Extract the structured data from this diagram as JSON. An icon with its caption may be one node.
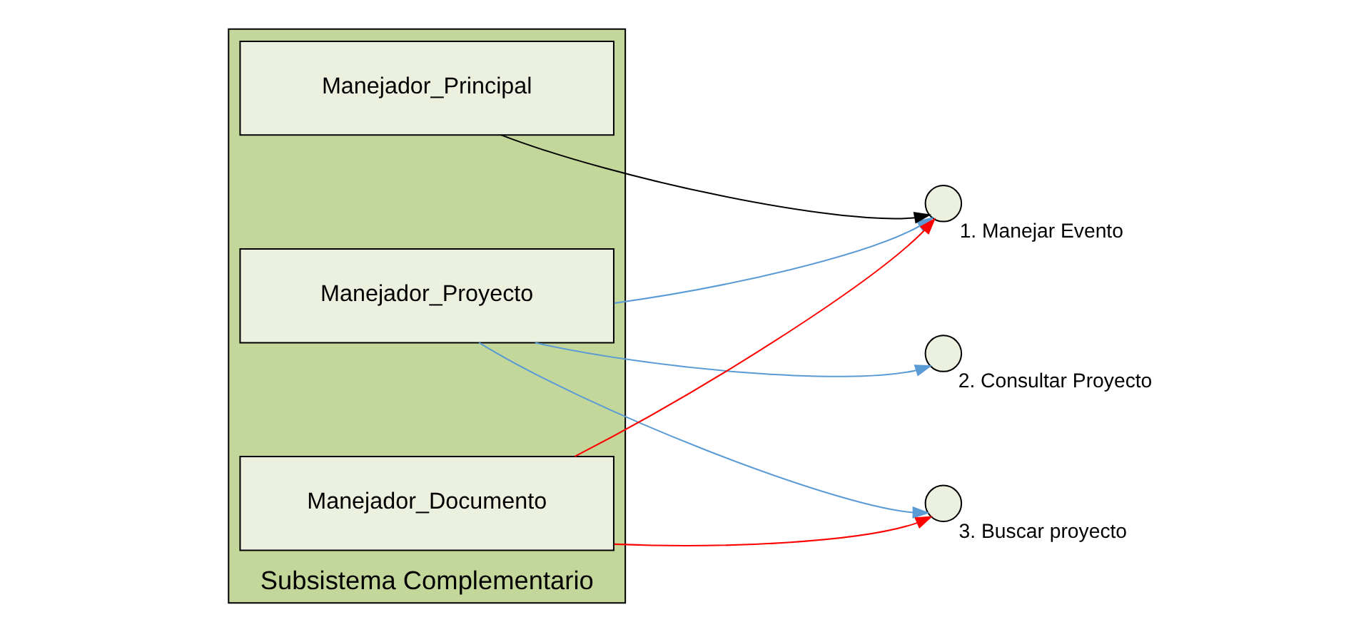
{
  "diagram": {
    "nodes": [
      {
        "text": [
          "Subsistema Complementario"
        ]
      },
      {
        "text": [
          "Manejador_Proyecto"
        ],
        "in": 0
      },
      {
        "text": [
          "Manejador_Documento"
        ],
        "in": 0
      },
      {
        "text": [
          "Manejador_Principal"
        ],
        "in": 0
      },
      {
        "text": [],
        "shape": "circle",
        "beside": [
          "1. Manejar Evento"
        ]
      },
      {
        "text": [],
        "shape": "circle",
        "beside": [
          "2. Consultar Proyecto"
        ]
      },
      {
        "text": [],
        "shape": "circle",
        "beside": [
          "3. Buscar proyecto"
        ]
      }
    ],
    "edges": [
      {
        "from": 1,
        "to": 4,
        "arrow": "to",
        "color": "#5b9bd5"
      },
      {
        "from": 1,
        "to": 5,
        "arrow": "to",
        "color": "#5b9bd5"
      },
      {
        "from": 1,
        "to": 6,
        "arrow": "to",
        "color": "#5b9bd5"
      },
      {
        "from": 2,
        "to": 4,
        "arrow": "to",
        "color": "#ff0000"
      },
      {
        "from": 2,
        "to": 6,
        "arrow": "to",
        "color": "#ff0000"
      },
      {
        "from": 3,
        "to": 4,
        "arrow": "to",
        "color": "#000000"
      }
    ]
  }
}
